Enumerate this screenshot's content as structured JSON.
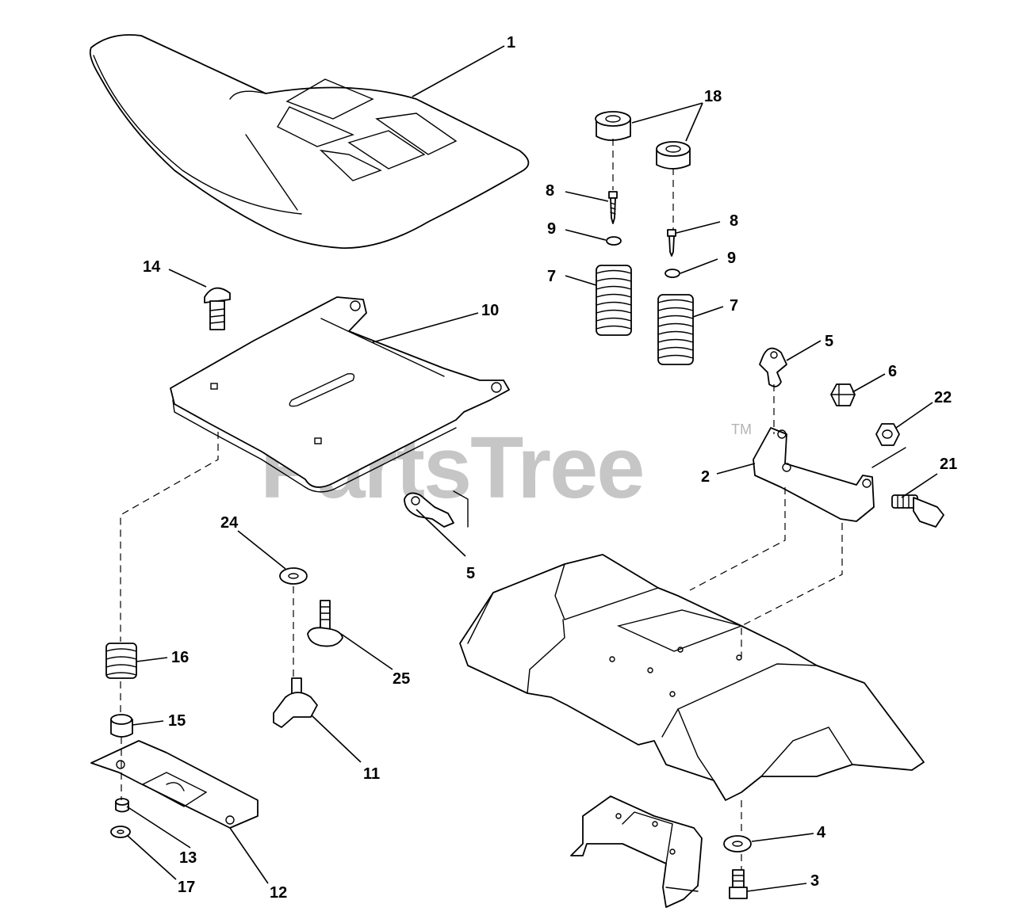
{
  "watermark": {
    "text": "PartsTree",
    "trademark": "TM"
  },
  "callouts": [
    {
      "id": "c1",
      "label": "1"
    },
    {
      "id": "c18",
      "label": "18"
    },
    {
      "id": "c8a",
      "label": "8"
    },
    {
      "id": "c8b",
      "label": "8"
    },
    {
      "id": "c9a",
      "label": "9"
    },
    {
      "id": "c9b",
      "label": "9"
    },
    {
      "id": "c7a",
      "label": "7"
    },
    {
      "id": "c7b",
      "label": "7"
    },
    {
      "id": "c14",
      "label": "14"
    },
    {
      "id": "c10",
      "label": "10"
    },
    {
      "id": "c5a",
      "label": "5"
    },
    {
      "id": "c5b",
      "label": "5"
    },
    {
      "id": "c6",
      "label": "6"
    },
    {
      "id": "c22",
      "label": "22"
    },
    {
      "id": "c2",
      "label": "2"
    },
    {
      "id": "c21",
      "label": "21"
    },
    {
      "id": "c24",
      "label": "24"
    },
    {
      "id": "c25",
      "label": "25"
    },
    {
      "id": "c16",
      "label": "16"
    },
    {
      "id": "c15",
      "label": "15"
    },
    {
      "id": "c11",
      "label": "11"
    },
    {
      "id": "c13",
      "label": "13"
    },
    {
      "id": "c17",
      "label": "17"
    },
    {
      "id": "c12",
      "label": "12"
    },
    {
      "id": "c4",
      "label": "4"
    },
    {
      "id": "c3",
      "label": "3"
    }
  ]
}
